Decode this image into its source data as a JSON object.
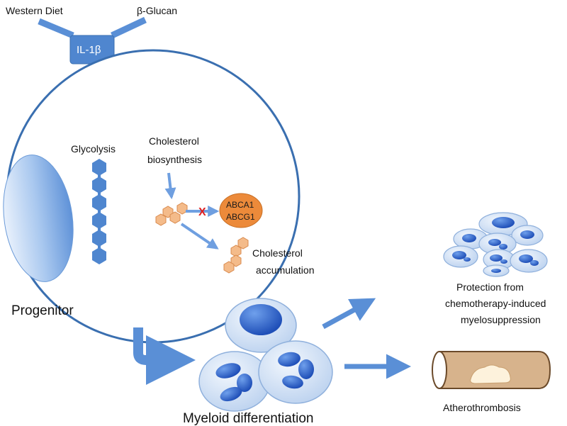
{
  "labels": {
    "western_diet": "Western Diet",
    "beta_glucan": "β-Glucan",
    "il1b": "IL-1β",
    "glycolysis": "Glycolysis",
    "cholesterol_biosynthesis_1": "Cholesterol",
    "cholesterol_biosynthesis_2": "biosynthesis",
    "abca1": "ABCA1",
    "abcg1": "ABCG1",
    "cholesterol_accumulation_1": "Cholesterol",
    "cholesterol_accumulation_2": "accumulation",
    "progenitor": "Progenitor",
    "myeloid_differentiation": "Myeloid differentiation",
    "protection_1": "Protection from",
    "protection_2": "chemotherapy-induced",
    "protection_3": "myelosuppression",
    "atherothrombosis": "Atherothrombosis",
    "blocked_mark": "X"
  },
  "colors": {
    "arrow_blue": "#5a8fd6",
    "chip_blue": "#4f86cf",
    "circle_outline": "#3a6fb0",
    "nucleus_blue": "#2f5fc7",
    "cell_fill": "#d9e6f7",
    "abc_orange": "#ec8a3a",
    "cholesterol_hex": "#f4bb8a",
    "block_red": "#e02020",
    "vessel_fill": "#d7b38c",
    "plaque_fill": "#fdf2dc"
  }
}
